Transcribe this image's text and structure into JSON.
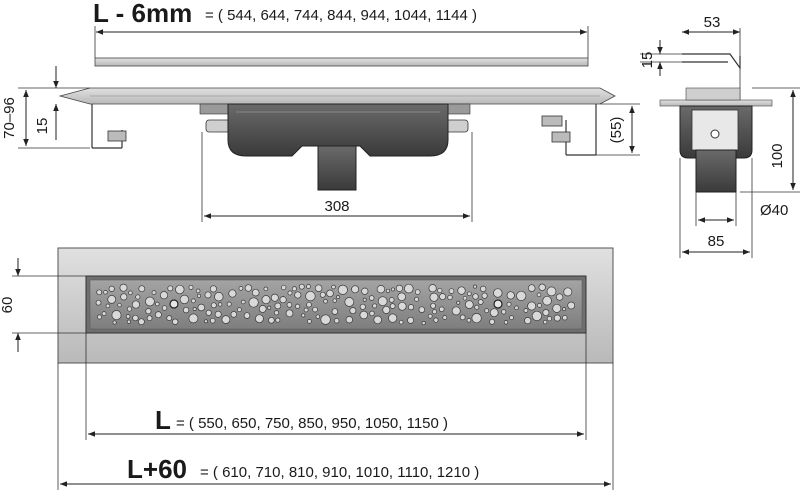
{
  "top_view": {
    "length_label": "L - 6mm",
    "length_values": "= ( 544, 644, 744, 844, 944, 1044, 1144 )",
    "height_range": "70–96",
    "height_offset": "15",
    "outlet_spacing": "308",
    "side_height": "(55)"
  },
  "side_view": {
    "flange_width": "53",
    "flange_height": "15",
    "total_height": "100",
    "outlet_diameter": "Ø40",
    "body_width": "85"
  },
  "plan_view": {
    "grate_width": "60",
    "grate_length_label": "L",
    "grate_length_values": "= ( 550, 650, 750, 850, 950, 1050, 1150 )",
    "overall_length_label": "L+60",
    "overall_length_values": "= ( 610, 710, 810, 910, 1010, 1110, 1210 )"
  },
  "colors": {
    "frame": "#c9c9c9",
    "frame_dark": "#9a9a9a",
    "grate": "#8d8d8d",
    "body": "#4a4a4a"
  }
}
